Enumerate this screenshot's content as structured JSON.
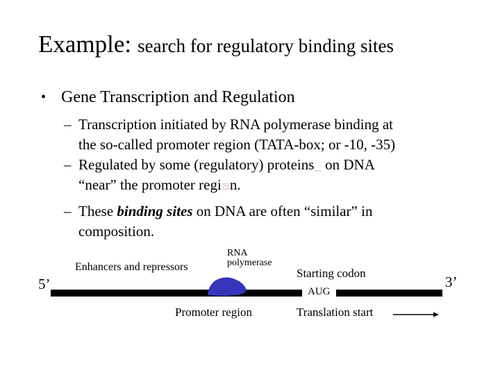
{
  "slide": {
    "title": {
      "prefix": "Example:",
      "suffix": "search for regulatory binding sites"
    },
    "bullet": {
      "marker": "•",
      "text": "Gene Transcription and Regulation"
    },
    "sub_bullets": {
      "marker": "–",
      "sb1": {
        "line1": "Transcription initiated by RNA polymerase binding at",
        "line2": "the so-called promoter region (TATA-box; or -10, -35)"
      },
      "sb2": {
        "line1_pre": "Regulated by some (regulatory) proteins",
        "line1_artifact": "_",
        "line1_post": " on DNA",
        "line2_pre": "“near” the promoter regi",
        "line2_post": "n."
      },
      "sb3": {
        "line1_pre": "These ",
        "line1_bold": "binding sites",
        "line1_post": " on DNA are often “similar” in",
        "line2": "composition."
      }
    }
  },
  "diagram": {
    "labels": {
      "enhancers": "Enhancers and repressors",
      "rna_line1": "RNA",
      "rna_line2": "polymerase",
      "starting_codon": "Starting codon",
      "five_prime": "5’",
      "three_prime": "3’",
      "aug": "AUG",
      "promoter": "Promoter region",
      "translation_start": "Translation start"
    },
    "colors": {
      "polymerase_blue": "#3535bb",
      "dna_black": "#000000"
    }
  }
}
